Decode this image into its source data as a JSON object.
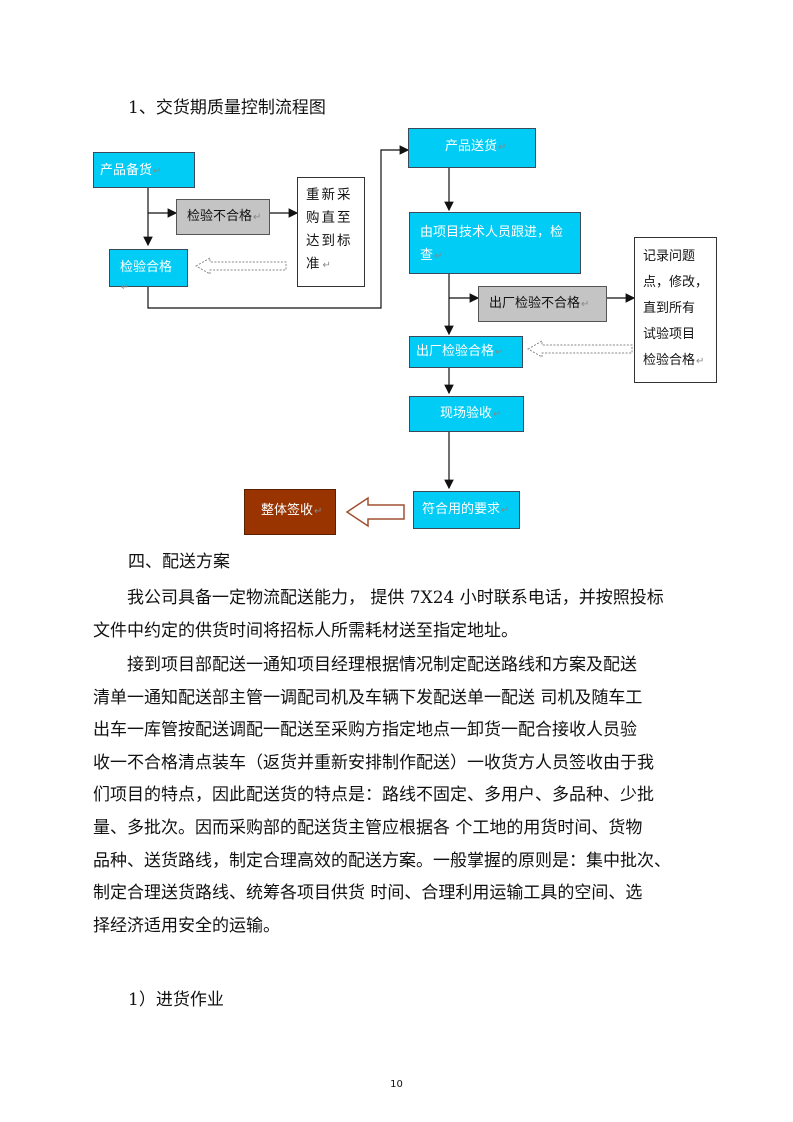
{
  "section_title": "1、交货期质量控制流程图",
  "flowchart": {
    "prep": "产品备货",
    "fail1": "检验不合格",
    "repurchase": [
      "重新采",
      "购直至",
      "达到标",
      "准"
    ],
    "pass1": "检验合格",
    "delivery": "产品送货",
    "inspect": [
      "由项目技术人员跟进，检",
      "查"
    ],
    "fail2": "出厂检验不合格",
    "record": [
      "记录问题",
      "点，修改，",
      "直到所有",
      "试验项目",
      "检验合格"
    ],
    "pass2": "出厂检验合格",
    "site": "现场验收",
    "meet": "符合用的要求",
    "sign": "整体签收",
    "return_mark": "↵"
  },
  "section4_title": "四、配送方案",
  "paragraphs": [
    [
      "我公司具备一定物流配送能力， 提供 7X24 小时联系电话，并按照投标",
      "文件中约定的供货时间将招标人所需耗材送至指定地址。"
    ],
    [
      "接到项目部配送一通知项目经理根据情况制定配送路线和方案及配送",
      "清单一通知配送部主管一调配司机及车辆下发配送单一配送 司机及随车工",
      "出车一库管按配送调配一配送至采购方指定地点一卸货一配合接收人员验",
      "收一不合格清点装车（返货并重新安排制作配送）一收货方人员签收由于我",
      "们项目的特点，因此配送货的特点是：路线不固定、多用户、多品种、少批",
      "量、多批次。因而采购部的配送货主管应根据各 个工地的用货时间、货物",
      "品种、送货路线，制定合理高效的配送方案。一般掌握的原则是：集中批次、",
      "制定合理送货路线、统筹各项目供货 时间、合理利用运输工具的空间、选",
      "择经济适用安全的运输。"
    ]
  ],
  "subsection": "1）进货作业",
  "page_number": "10"
}
